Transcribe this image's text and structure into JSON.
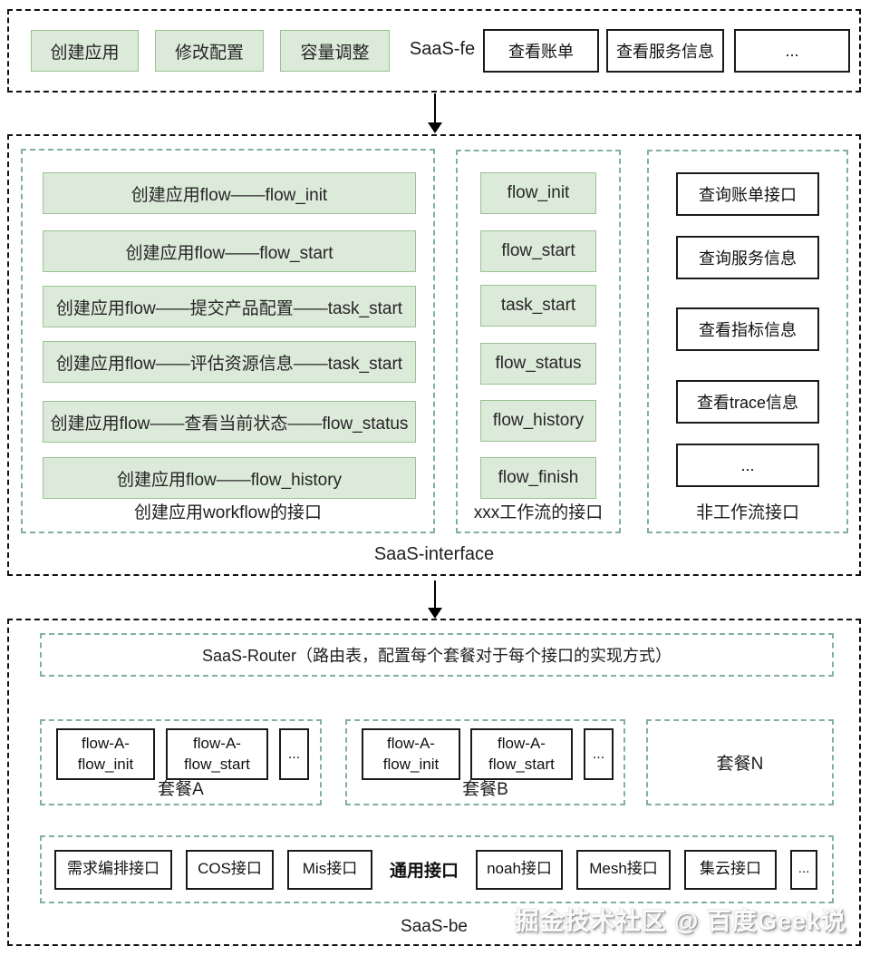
{
  "saas_fe": {
    "label": "SaaS-fe",
    "green_buttons": [
      "创建应用",
      "修改配置",
      "容量调整"
    ],
    "white_buttons": [
      "查看账单",
      "查看服务信息",
      "..."
    ]
  },
  "saas_interface": {
    "label": "SaaS-interface",
    "groups": [
      {
        "label": "创建应用workflow的接口",
        "items": [
          "创建应用flow——flow_init",
          "创建应用flow——flow_start",
          "创建应用flow——提交产品配置——task_start",
          "创建应用flow——评估资源信息——task_start",
          "创建应用flow——查看当前状态——flow_status",
          "创建应用flow——flow_history"
        ]
      },
      {
        "label": "xxx工作流的接口",
        "items": [
          "flow_init",
          "flow_start",
          "task_start",
          "flow_status",
          "flow_history",
          "flow_finish"
        ]
      },
      {
        "label": "非工作流接口",
        "items": [
          "查询账单接口",
          "查询服务信息",
          "查看指标信息",
          "查看trace信息",
          "..."
        ]
      }
    ]
  },
  "saas_be": {
    "label": "SaaS-be",
    "router_label": "SaaS-Router（路由表，配置每个套餐对于每个接口的实现方式）",
    "packages": [
      {
        "label": "套餐A",
        "boxes": [
          {
            "line1": "flow-A-",
            "line2": "flow_init"
          },
          {
            "line1": "flow-A-",
            "line2": "flow_start"
          }
        ],
        "more": "..."
      },
      {
        "label": "套餐B",
        "boxes": [
          {
            "line1": "flow-A-",
            "line2": "flow_init"
          },
          {
            "line1": "flow-A-",
            "line2": "flow_start"
          }
        ],
        "more": "..."
      },
      {
        "label": "套餐N"
      }
    ],
    "common_row": {
      "label": "通用接口",
      "left_boxes": [
        "需求编排接口",
        "COS接口",
        "Mis接口"
      ],
      "right_boxes": [
        "noah接口",
        "Mesh接口",
        "集云接口",
        "..."
      ]
    }
  },
  "watermark": "掘金技术社区 @ 百度Geek说",
  "colors": {
    "green_fill": "#dcead9",
    "green_border": "#9cc294",
    "teal_dash": "#82b0a0",
    "black_dash": "#111111"
  }
}
